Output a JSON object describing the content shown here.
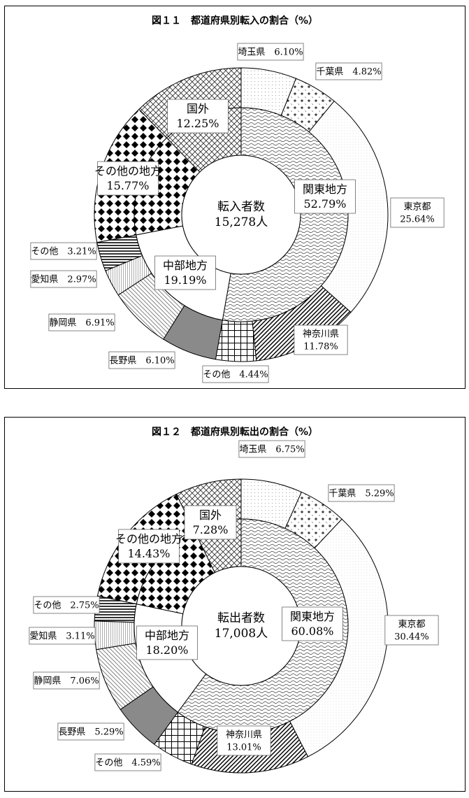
{
  "chart_data": [
    {
      "type": "pie",
      "title": "図１１　都道府県別転入の割合（%）",
      "center_label": [
        "転入者数",
        "15,278人"
      ],
      "inner": [
        {
          "name": "関東地方",
          "value": "52.79%",
          "v": 52.79,
          "pattern": "wave"
        },
        {
          "name": "中部地方",
          "value": "19.19%",
          "v": 19.19,
          "pattern": "white"
        },
        {
          "name": "その他の地方",
          "value": "15.77%",
          "v": 15.77,
          "pattern": "diamond"
        },
        {
          "name": "国外",
          "value": "12.25%",
          "v": 12.25,
          "pattern": "cross"
        }
      ],
      "outer": [
        {
          "name": "埼玉県",
          "value": "6.10%",
          "v": 6.1,
          "pattern": "dots"
        },
        {
          "name": "千葉県",
          "value": "4.82%",
          "v": 4.82,
          "pattern": "crossdots"
        },
        {
          "name": "東京都",
          "value": "25.64%",
          "v": 25.64,
          "pattern": "fine"
        },
        {
          "name": "神奈川県",
          "value": "11.78%",
          "v": 11.78,
          "pattern": "diag"
        },
        {
          "name": "その他",
          "value": "4.44%",
          "v": 4.44,
          "pattern": "grid"
        },
        {
          "name": "長野県",
          "value": "6.10%",
          "v": 6.1,
          "pattern": "gray"
        },
        {
          "name": "静岡県",
          "value": "6.91%",
          "v": 6.91,
          "pattern": "hatch"
        },
        {
          "name": "愛知県",
          "value": "2.97%",
          "v": 2.97,
          "pattern": "vlines"
        },
        {
          "name": "その他",
          "value": "3.21%",
          "v": 3.21,
          "pattern": "hlines"
        },
        {
          "name": "その他の地方",
          "value": "15.77%",
          "v": 15.77,
          "pattern": "diamond",
          "nolabel": true
        },
        {
          "name": "国外",
          "value": "12.25%",
          "v": 12.25,
          "pattern": "cross",
          "nolabel": true
        }
      ]
    },
    {
      "type": "pie",
      "title": "図１２　都道府県別転出の割合（%）",
      "center_label": [
        "転出者数",
        "17,008人"
      ],
      "inner": [
        {
          "name": "関東地方",
          "value": "60.08%",
          "v": 60.08,
          "pattern": "wave"
        },
        {
          "name": "中部地方",
          "value": "18.20%",
          "v": 18.2,
          "pattern": "white"
        },
        {
          "name": "その他の地方",
          "value": "14.43%",
          "v": 14.43,
          "pattern": "diamond"
        },
        {
          "name": "国外",
          "value": "7.28%",
          "v": 7.28,
          "pattern": "cross"
        }
      ],
      "outer": [
        {
          "name": "埼玉県",
          "value": "6.75%",
          "v": 6.75,
          "pattern": "dots"
        },
        {
          "name": "千葉県",
          "value": "5.29%",
          "v": 5.29,
          "pattern": "crossdots"
        },
        {
          "name": "東京都",
          "value": "30.44%",
          "v": 30.44,
          "pattern": "fine"
        },
        {
          "name": "神奈川県",
          "value": "13.01%",
          "v": 13.01,
          "pattern": "diag"
        },
        {
          "name": "その他",
          "value": "4.59%",
          "v": 4.59,
          "pattern": "grid"
        },
        {
          "name": "長野県",
          "value": "5.29%",
          "v": 5.29,
          "pattern": "gray"
        },
        {
          "name": "静岡県",
          "value": "7.06%",
          "v": 7.06,
          "pattern": "hatch"
        },
        {
          "name": "愛知県",
          "value": "3.11%",
          "v": 3.11,
          "pattern": "vlines"
        },
        {
          "name": "その他",
          "value": "2.75%",
          "v": 2.75,
          "pattern": "hlines"
        },
        {
          "name": "その他の地方",
          "value": "14.43%",
          "v": 14.43,
          "pattern": "diamond",
          "nolabel": true
        },
        {
          "name": "国外",
          "value": "7.28%",
          "v": 7.28,
          "pattern": "cross",
          "nolabel": true
        }
      ]
    }
  ]
}
